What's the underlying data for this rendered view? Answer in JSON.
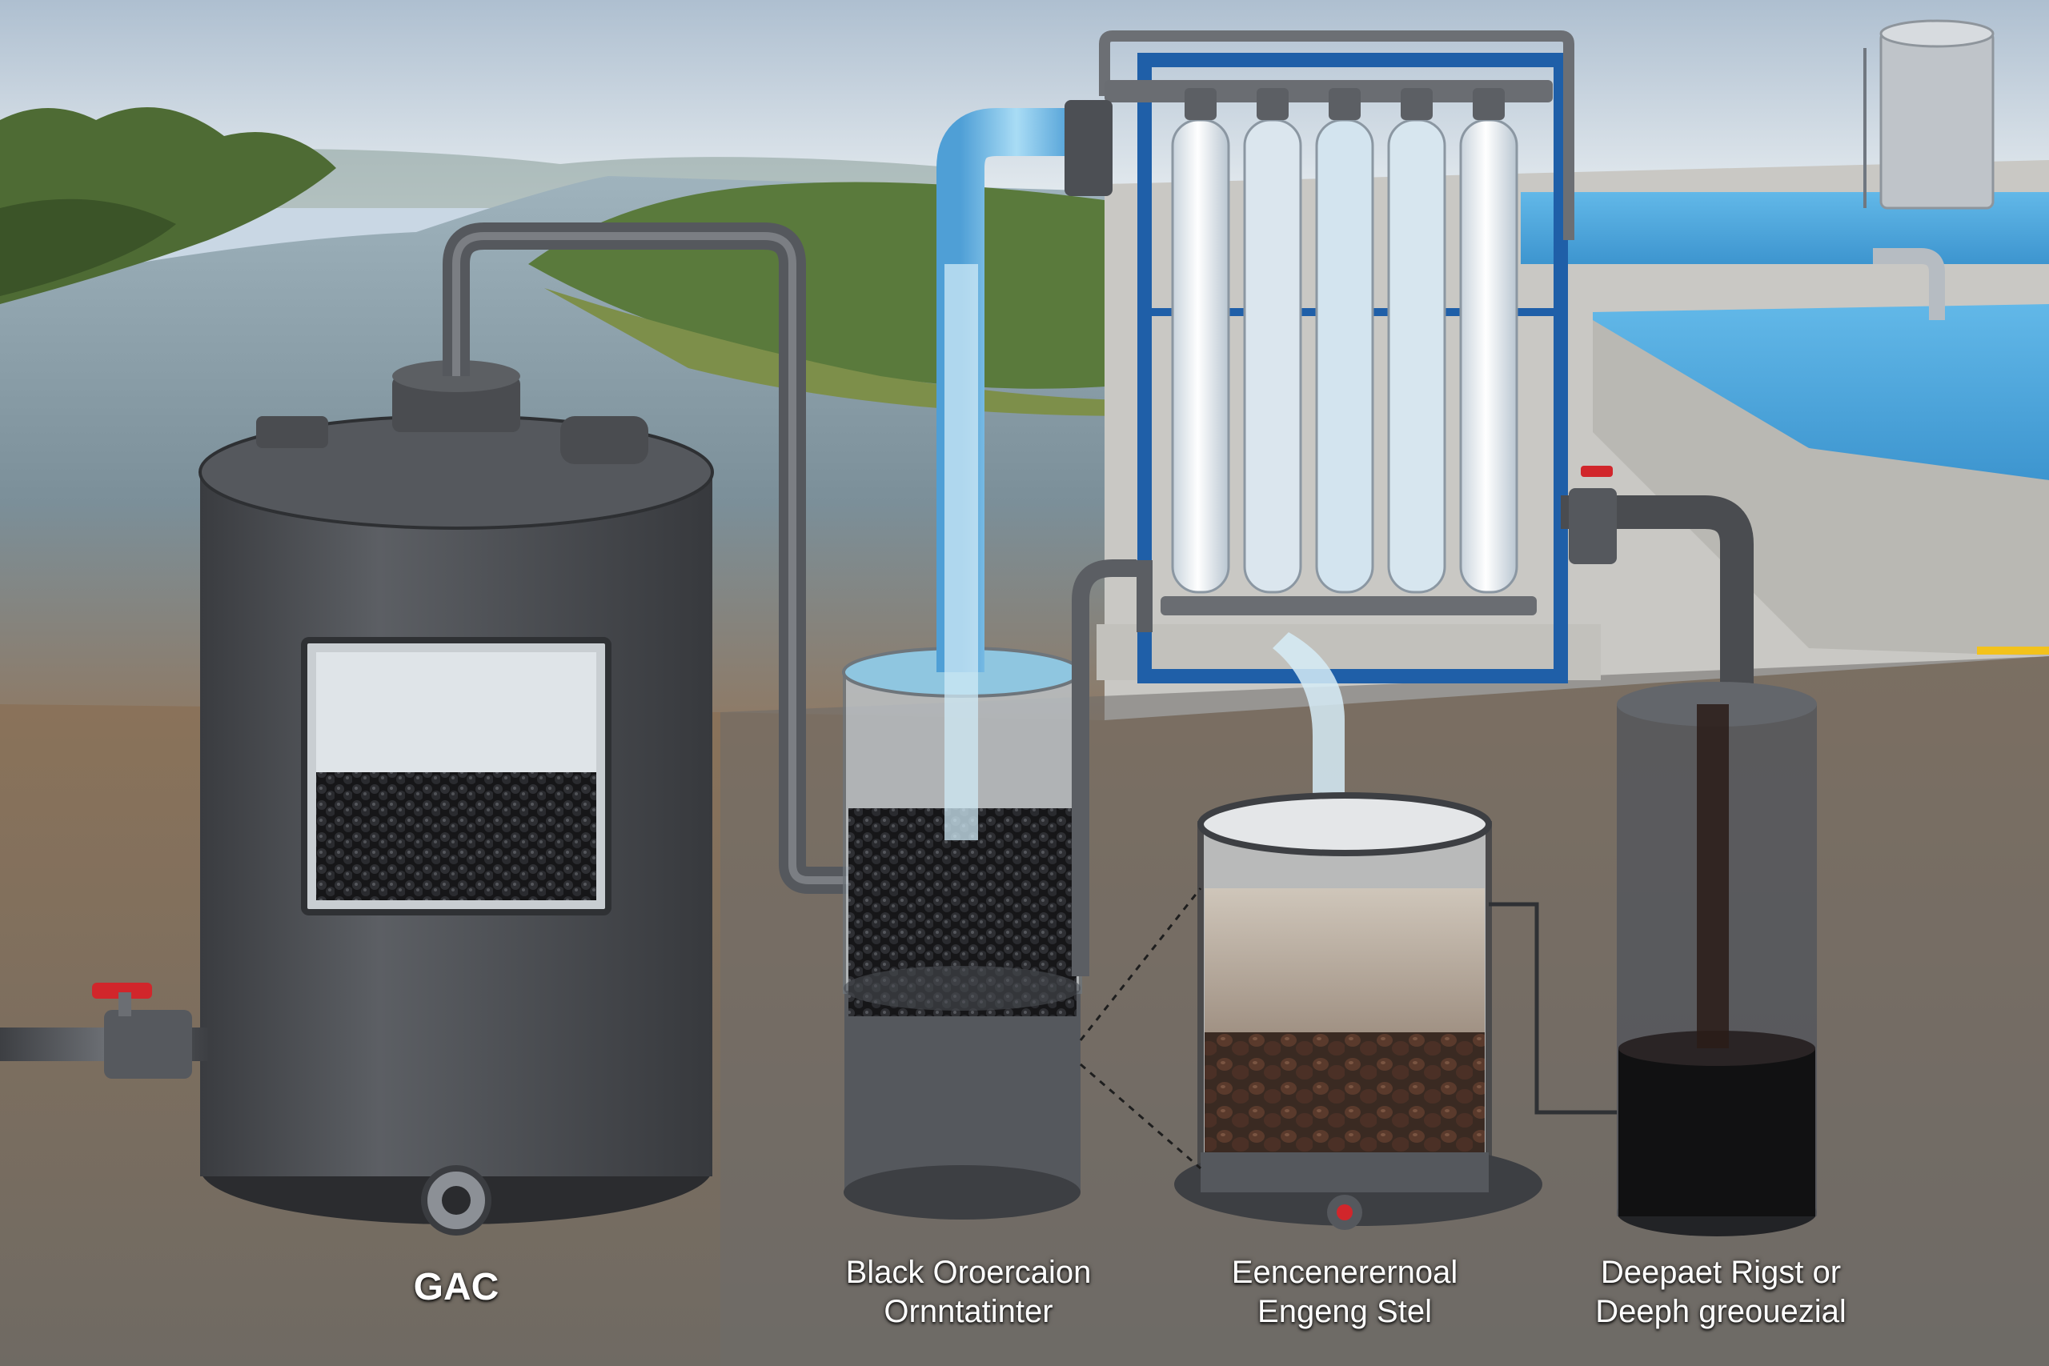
{
  "labels": {
    "gac": [
      "GAC"
    ],
    "black_filter": [
      "Black Oroercaion",
      "Ornntatinter"
    ],
    "settling_tank": [
      "Eencenerernoal",
      "Engeng Stel"
    ],
    "deep_tank": [
      "Deepaet Rigst or",
      "Deeph greouezial"
    ]
  },
  "colors": {
    "sky": "#cfdde9",
    "river": "#7f99a6",
    "soil": "#8a7560",
    "tank_dark": "#4a4d52",
    "frame_blue": "#1f5fa8",
    "water_blue": "#7cc0e8",
    "carbon": "#1c1c1e"
  }
}
